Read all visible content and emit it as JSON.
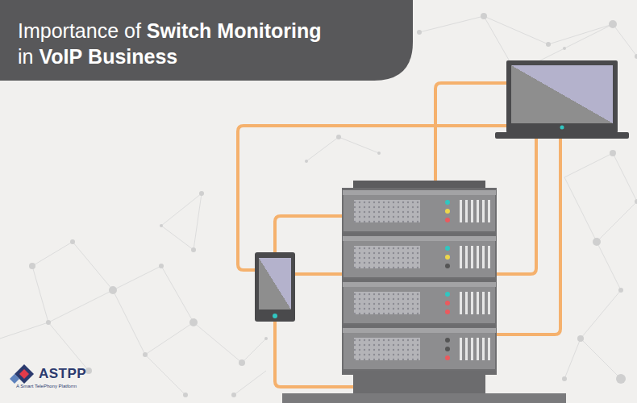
{
  "diagram": {
    "title": "Importance of Switch Monitoring in VoIP Business",
    "labels": [
      "ASTPP",
      "A Smart TelePhony Platform"
    ]
  }
}
